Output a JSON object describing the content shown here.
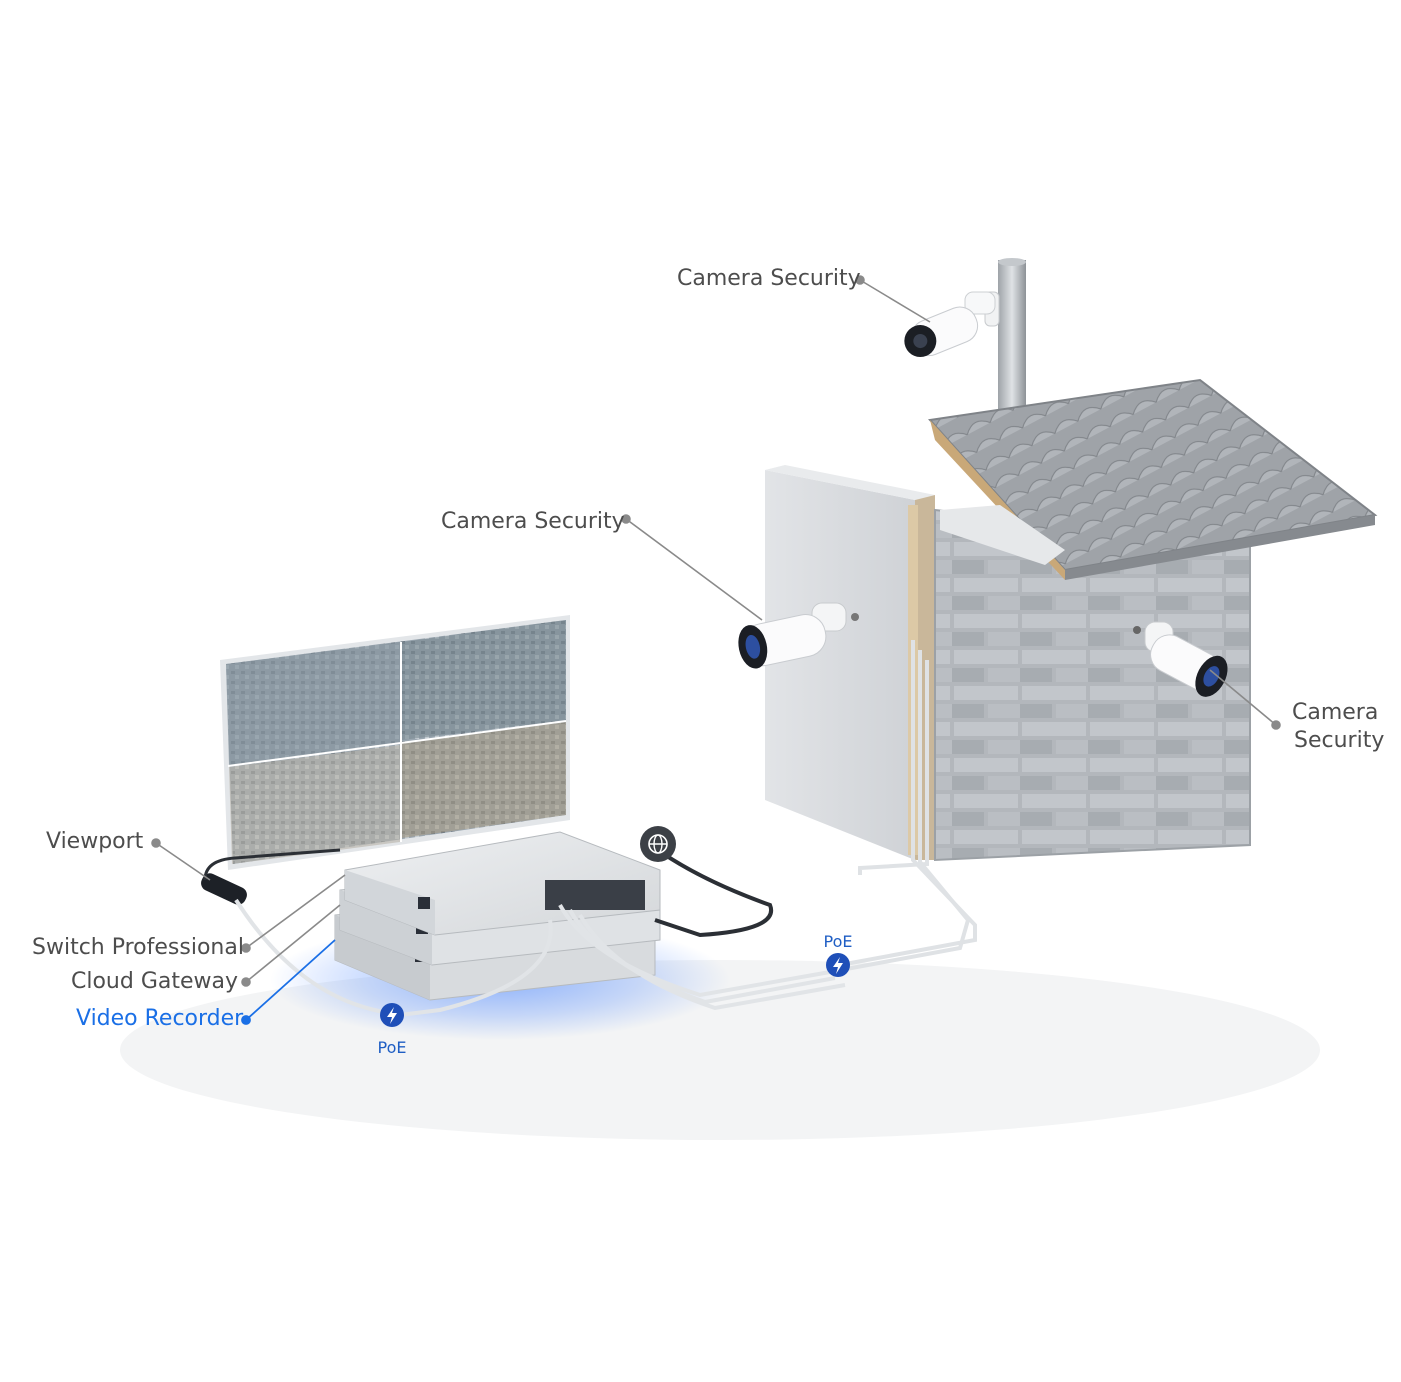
{
  "labels": {
    "camera_top": "Camera Security",
    "camera_left": "Camera Security",
    "camera_right_line1": "Camera",
    "camera_right_line2": "Security",
    "viewport": "Viewport",
    "switch": "Switch Professional",
    "gateway": "Cloud Gateway",
    "recorder": "Video Recorder",
    "poe_left": "PoE",
    "poe_right": "PoE"
  },
  "icons": {
    "internet": "globe-icon",
    "poe": "lightning-icon"
  },
  "colors": {
    "accent": "#1a6fe6",
    "poe_badge": "#1f4fb8",
    "label_text": "#4d4d4d",
    "leader_line": "#8a8a8a",
    "glow": "#3d7dff"
  }
}
